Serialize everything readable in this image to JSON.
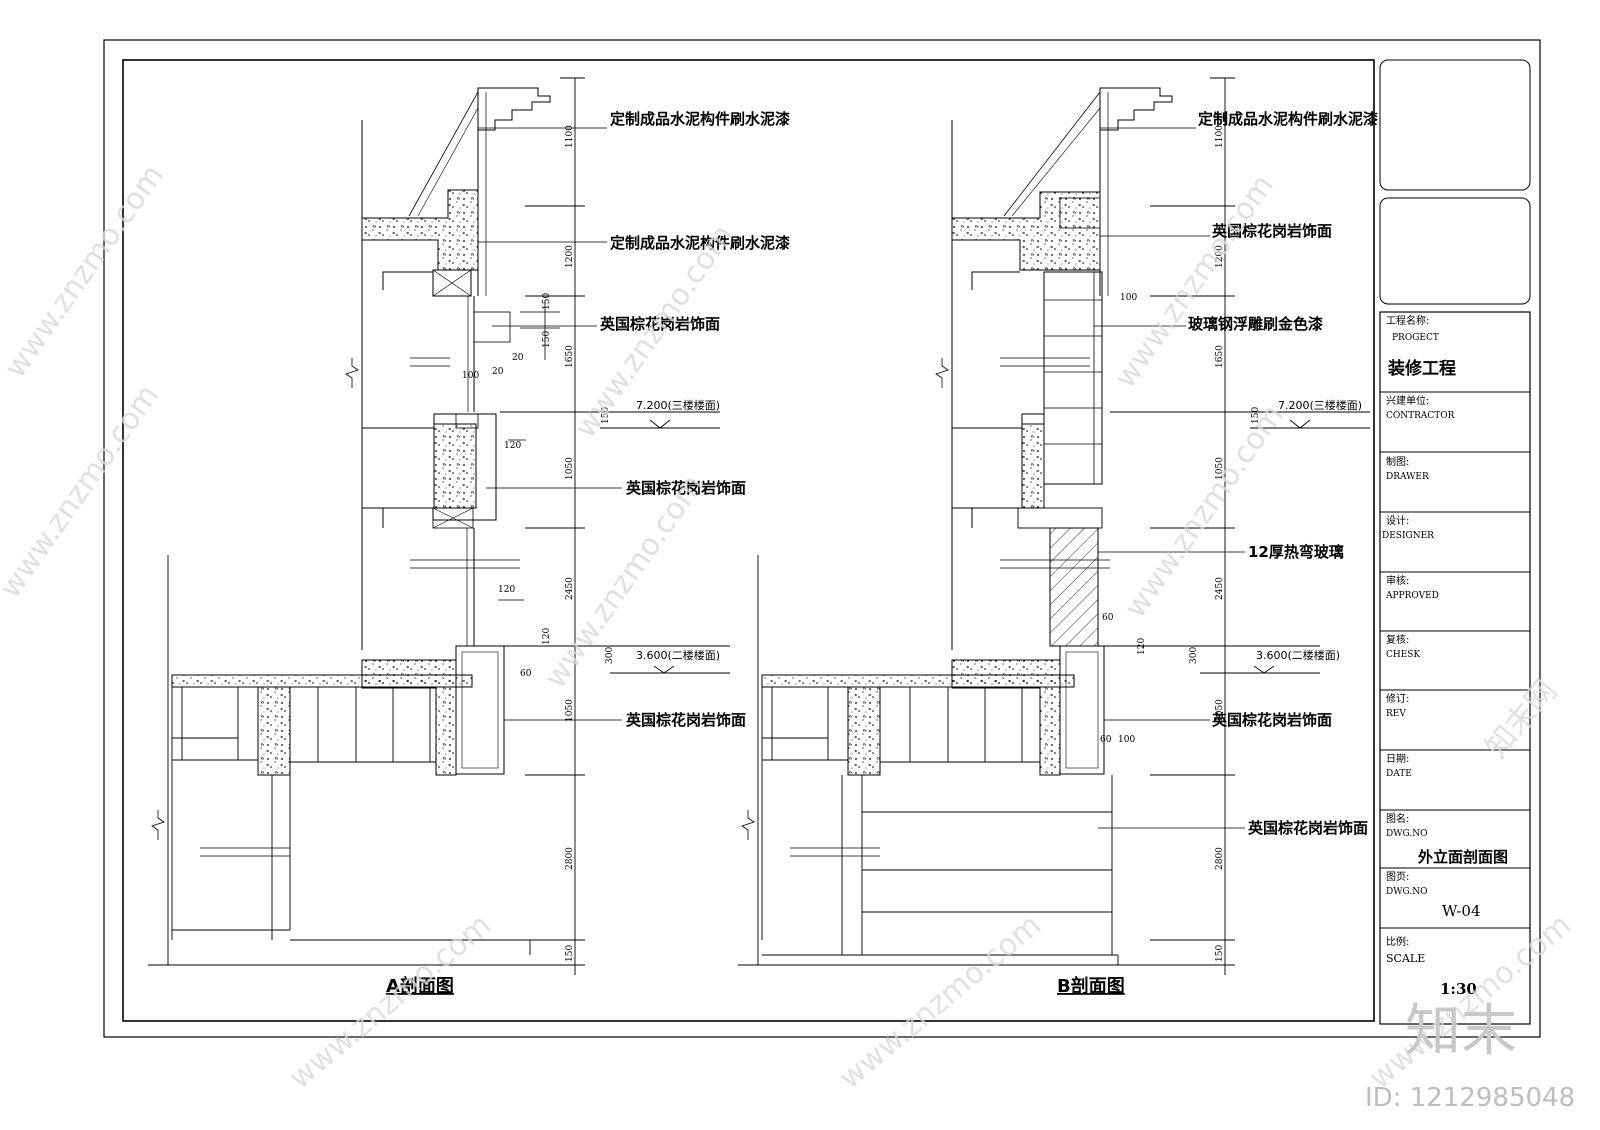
{
  "sections": {
    "a": {
      "title": "A剖面图",
      "callouts": [
        "定制成品水泥构件刷水泥漆",
        "定制成品水泥构件刷水泥漆",
        "英国棕花岗岩饰面",
        "英国棕花岗岩饰面",
        "英国棕花岗岩饰面"
      ],
      "levels": [
        "7.200(三楼楼面)",
        "3.600(二楼楼面)"
      ],
      "dims": [
        "1100",
        "1200",
        "1650",
        "1050",
        "2450",
        "1050",
        "2800",
        "150"
      ],
      "small_dims": [
        "150",
        "150",
        "20",
        "20",
        "100",
        "120",
        "120",
        "120",
        "60",
        "150",
        "300"
      ]
    },
    "b": {
      "title": "B剖面图",
      "callouts": [
        "定制成品水泥构件刷水泥漆",
        "英国棕花岗岩饰面",
        "玻璃钢浮雕刷金色漆",
        "12厚热弯玻璃",
        "英国棕花岗岩饰面",
        "英国棕花岗岩饰面"
      ],
      "levels": [
        "7.200(三楼楼面)",
        "3.600(二楼楼面)"
      ],
      "dims": [
        "1100",
        "1200",
        "1650",
        "1050",
        "2450",
        "1050",
        "2800",
        "150"
      ],
      "small_dims": [
        "100",
        "150",
        "60",
        "120",
        "300",
        "60",
        "100"
      ]
    }
  },
  "title_block": {
    "project_label": "工程名称:",
    "project_label_en": "PROGECT",
    "project_value": "装修工程",
    "contractor_label": "兴建单位:",
    "contractor_label_en": "CONTRACTOR",
    "drawer_label": "制图:",
    "drawer_label_en": "DRAWER",
    "designer_label": "设计:",
    "designer_label_en": "DESIGNER",
    "approved_label": "审核:",
    "approved_label_en": "APPROVED",
    "check_label": "复核:",
    "check_label_en": "CHESK",
    "rev_label": "修订:",
    "rev_label_en": "REV",
    "date_label": "日期:",
    "date_label_en": "DATE",
    "drawing_name_label": "图名:",
    "drawing_name_label_en": "DWG.NO",
    "drawing_name_value": "外立面剖面图",
    "page_label": "图页:",
    "page_label_en": "DWG.NO",
    "page_value": "W-04",
    "scale_label": "比例:",
    "scale_label_en": "SCALE",
    "scale_value": "1:30"
  },
  "watermark": {
    "brand": "知末",
    "site": "www.znzmo.com",
    "site_cn": "知末网",
    "id_text": "ID: 1212985048"
  }
}
